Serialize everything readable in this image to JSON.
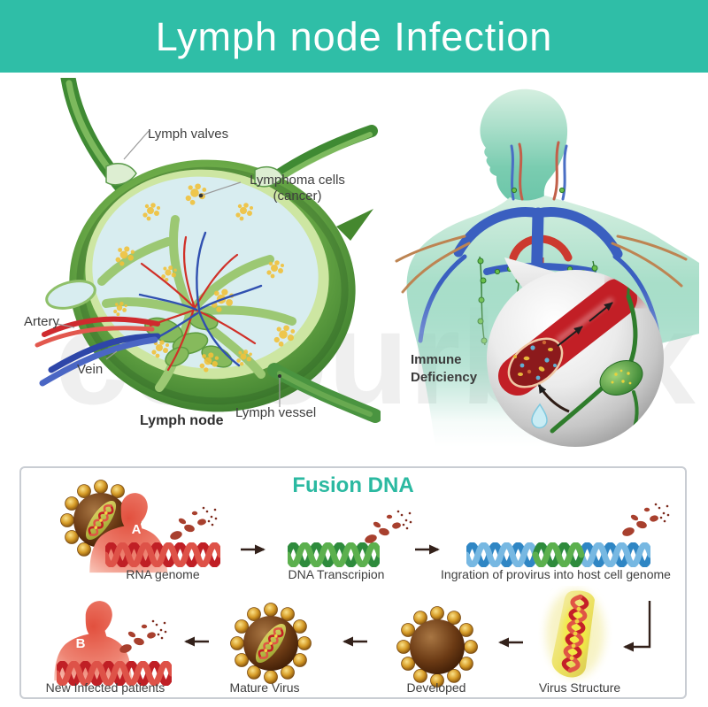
{
  "header": {
    "title": "Lymph node Infection"
  },
  "watermark": "colourbox",
  "colors": {
    "header_bg": "#2FBEA7",
    "accent_teal": "#2BB9A1",
    "label_text": "#3E3E3E",
    "arrow": "#33211A",
    "node_green": "#468733",
    "dna_red": "#C01F25",
    "dna_green": "#2E8B3C",
    "dna_blue": "#2F86C4",
    "virus_brown": "#6B3A14"
  },
  "node_diagram": {
    "labels": {
      "lymph_valves": "Lymph valves",
      "lymphoma_line1": "Lymphoma cells",
      "lymphoma_line2": "(cancer)",
      "artery": "Artery",
      "vein": "Vein",
      "lymph_node": "Lymph node",
      "lymph_vessel": "Lymph vessel"
    }
  },
  "immune_diagram": {
    "label_line1": "Immune",
    "label_line2": "Deficiency"
  },
  "fusion_panel": {
    "title": "Fusion DNA",
    "top_row": [
      {
        "badge": "A",
        "label": "RNA genome"
      },
      {
        "label": "DNA Transcripion"
      },
      {
        "label": "Ingration of provirus into host cell genome"
      }
    ],
    "bottom_row": [
      {
        "badge": "B",
        "label": "New Infected patients"
      },
      {
        "label": "Mature Virus"
      },
      {
        "label": "Developed"
      },
      {
        "label": "Virus Structure"
      }
    ]
  }
}
